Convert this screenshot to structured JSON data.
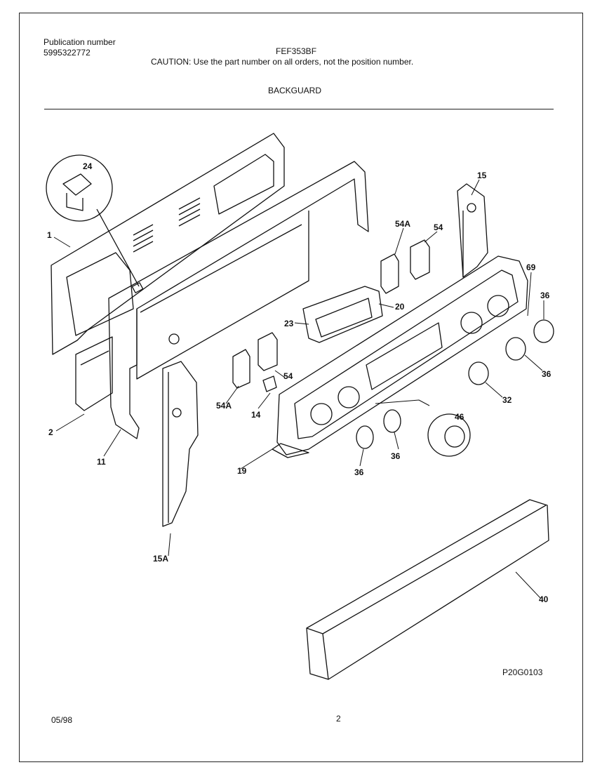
{
  "header": {
    "publication_label": "Publication number",
    "publication_number": "5995322772",
    "model": "FEF353BF",
    "caution": "CAUTION:  Use the part number on all orders, not the position number.",
    "section": "BACKGUARD"
  },
  "callouts": {
    "c24": "24",
    "c1": "1",
    "c2": "2",
    "c11": "11",
    "c15": "15",
    "c15a": "15A",
    "c54a_top": "54A",
    "c54_top": "54",
    "c20": "20",
    "c23": "23",
    "c54a_bottom": "54A",
    "c54_bottom": "54",
    "c14": "14",
    "c19": "19",
    "c69": "69",
    "c36_right_top": "36",
    "c36_right_bottom": "36",
    "c32": "32",
    "c46": "46",
    "c36_bottom_mid": "36",
    "c36_bottom_left": "36",
    "c40": "40"
  },
  "footer": {
    "drawing_code": "P20G0103",
    "date": "05/98",
    "page": "2"
  }
}
